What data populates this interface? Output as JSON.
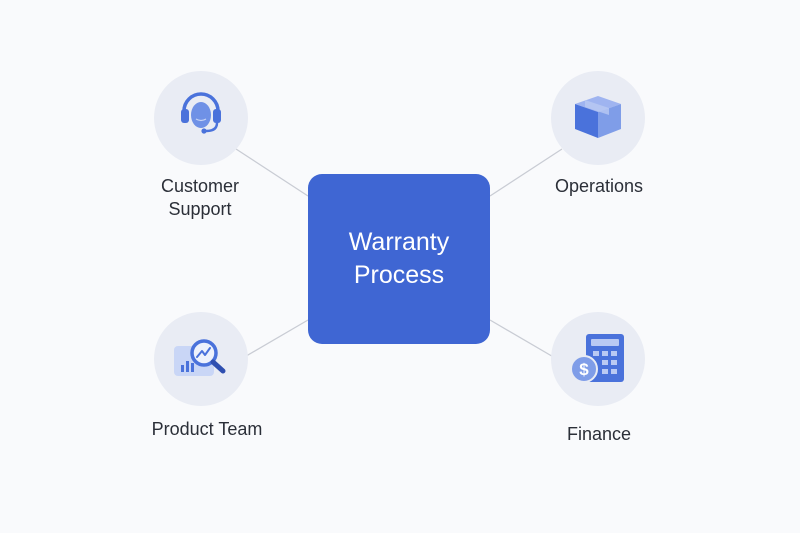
{
  "diagram": {
    "center": {
      "title_line1": "Warranty",
      "title_line2": "Process",
      "color": "#3f66d3"
    },
    "nodes": [
      {
        "id": "customer-support",
        "label_line1": "Customer",
        "label_line2": "Support",
        "icon": "headset-icon"
      },
      {
        "id": "operations",
        "label_line1": "Operations",
        "label_line2": "",
        "icon": "package-box-icon"
      },
      {
        "id": "product-team",
        "label_line1": "Product Team",
        "label_line2": "",
        "icon": "analytics-magnifier-icon"
      },
      {
        "id": "finance",
        "label_line1": "Finance",
        "label_line2": "",
        "icon": "calculator-dollar-icon"
      }
    ],
    "colors": {
      "background": "#f9fafc",
      "circle": "#e9ecf4",
      "icon_primary": "#4a72db",
      "icon_light": "#b9c9f3",
      "connector": "#c9ccd4"
    }
  }
}
